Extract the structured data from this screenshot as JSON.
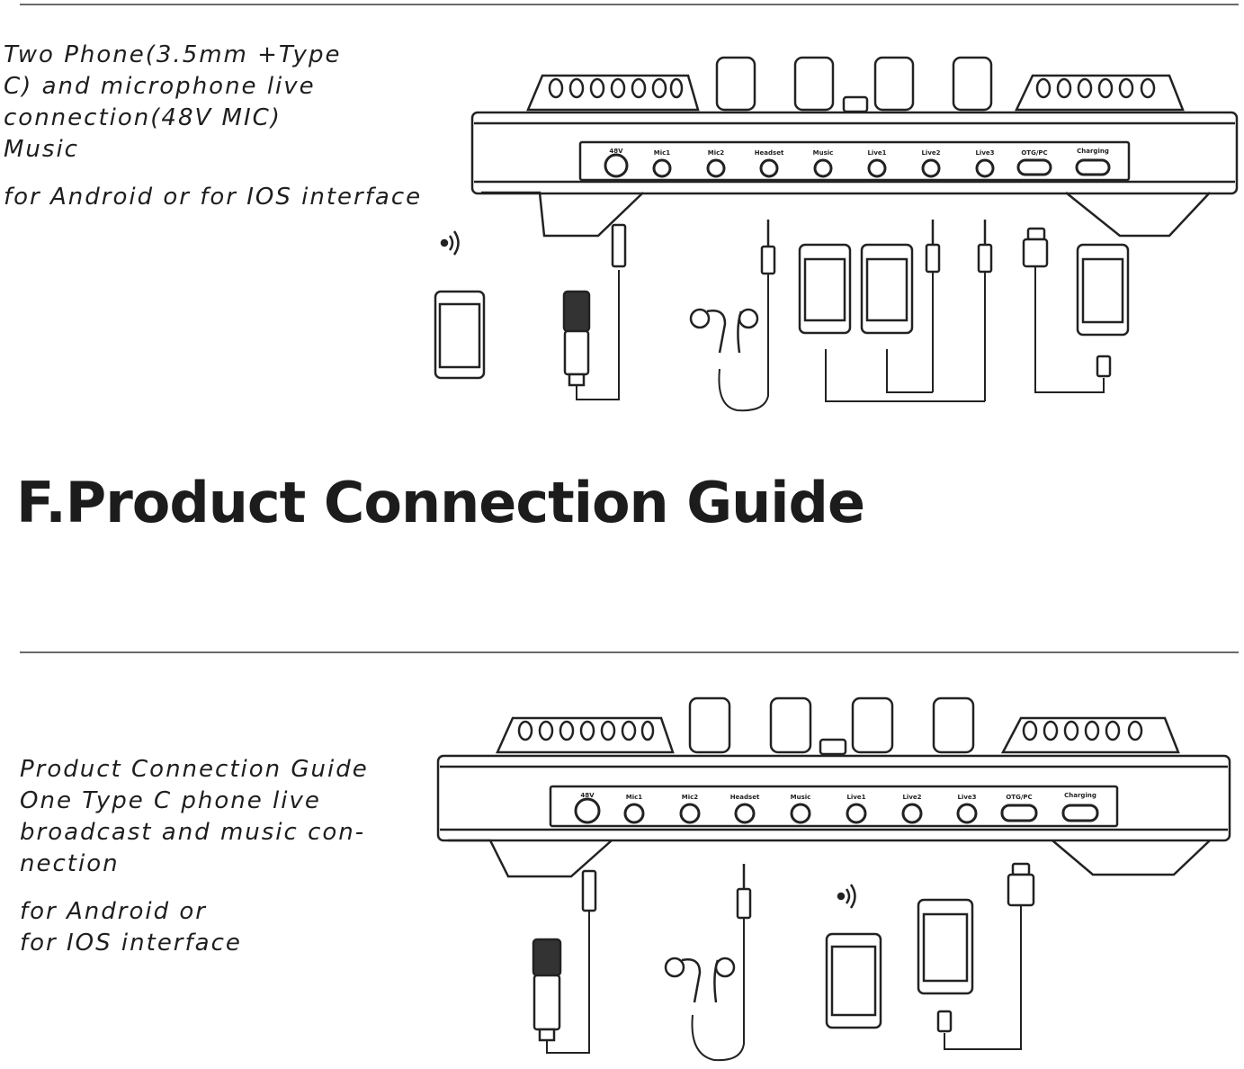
{
  "section_top": {
    "caption_lines": [
      "Two Phone(3.5mm +Type",
      "C) and microphone live",
      "connection(48V MIC)",
      "Music"
    ],
    "interface_note": "for Android or for IOS interface"
  },
  "heading": "F.Product Connection Guide",
  "section_bottom": {
    "caption_lines": [
      "Product Connection Guide",
      "One Type C phone live",
      "broadcast and music con-",
      "nection"
    ],
    "interface_lines": [
      "for Android or",
      "for IOS interface"
    ]
  },
  "device_ports": [
    "48V",
    "Mic1",
    "Mic2",
    "Headset",
    "Music",
    "Live1",
    "Live2",
    "Live3",
    "OTG/PC",
    "Charging"
  ],
  "icons": [
    "sound-card-device",
    "wireless-signal-icon",
    "smartphone-icon",
    "condenser-microphone-icon",
    "earphones-icon",
    "audio-jack-plug-icon",
    "usb-c-plug-icon"
  ]
}
